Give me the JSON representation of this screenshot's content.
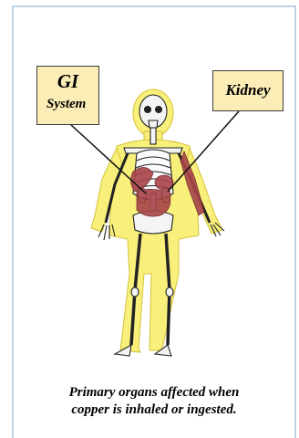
{
  "callouts": {
    "gi": {
      "title": "GI",
      "subtitle": "System"
    },
    "kidney": {
      "title": "Kidney"
    }
  },
  "caption": {
    "line1": "Primary organs affected when",
    "line2": "copper is inhaled or ingested."
  },
  "colors": {
    "body_fill": "#f8f07a",
    "bone": "#f4f4f4",
    "organ": "#a7444a",
    "callout_fill": "#fbedb6",
    "frame": "#bcd2e6"
  },
  "illustration": "human-skeleton-figure"
}
